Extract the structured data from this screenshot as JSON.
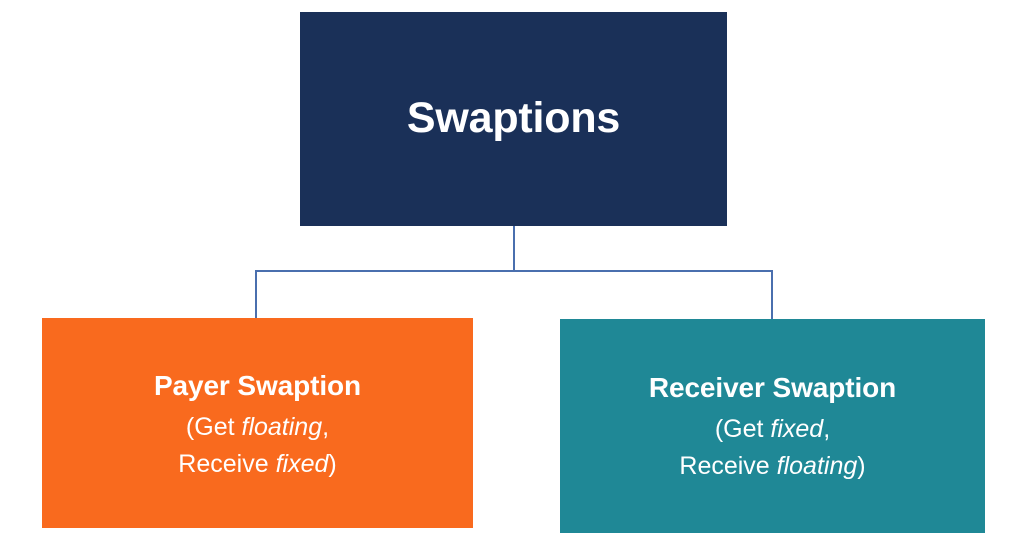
{
  "diagram": {
    "type": "hierarchy-tree",
    "background_color": "#ffffff",
    "connector_color": "#4a6fae",
    "root": {
      "title": "Swaptions",
      "fill_color": "#1a3058",
      "text_color": "#ffffff"
    },
    "children": [
      {
        "key": "payer",
        "title": "Payer Swaption",
        "subtitle_lines": [
          {
            "prefix": "(Get ",
            "emphasis": "floating",
            "suffix": ","
          },
          {
            "prefix": "Receive ",
            "emphasis": "fixed",
            "suffix": ")"
          }
        ],
        "fill_color": "#f96a1e",
        "text_color": "#ffffff"
      },
      {
        "key": "receiver",
        "title": "Receiver Swaption",
        "subtitle_lines": [
          {
            "prefix": "(Get ",
            "emphasis": "fixed",
            "suffix": ","
          },
          {
            "prefix": "Receive ",
            "emphasis": "floating",
            "suffix": ")"
          }
        ],
        "fill_color": "#1f8896",
        "text_color": "#ffffff"
      }
    ]
  }
}
